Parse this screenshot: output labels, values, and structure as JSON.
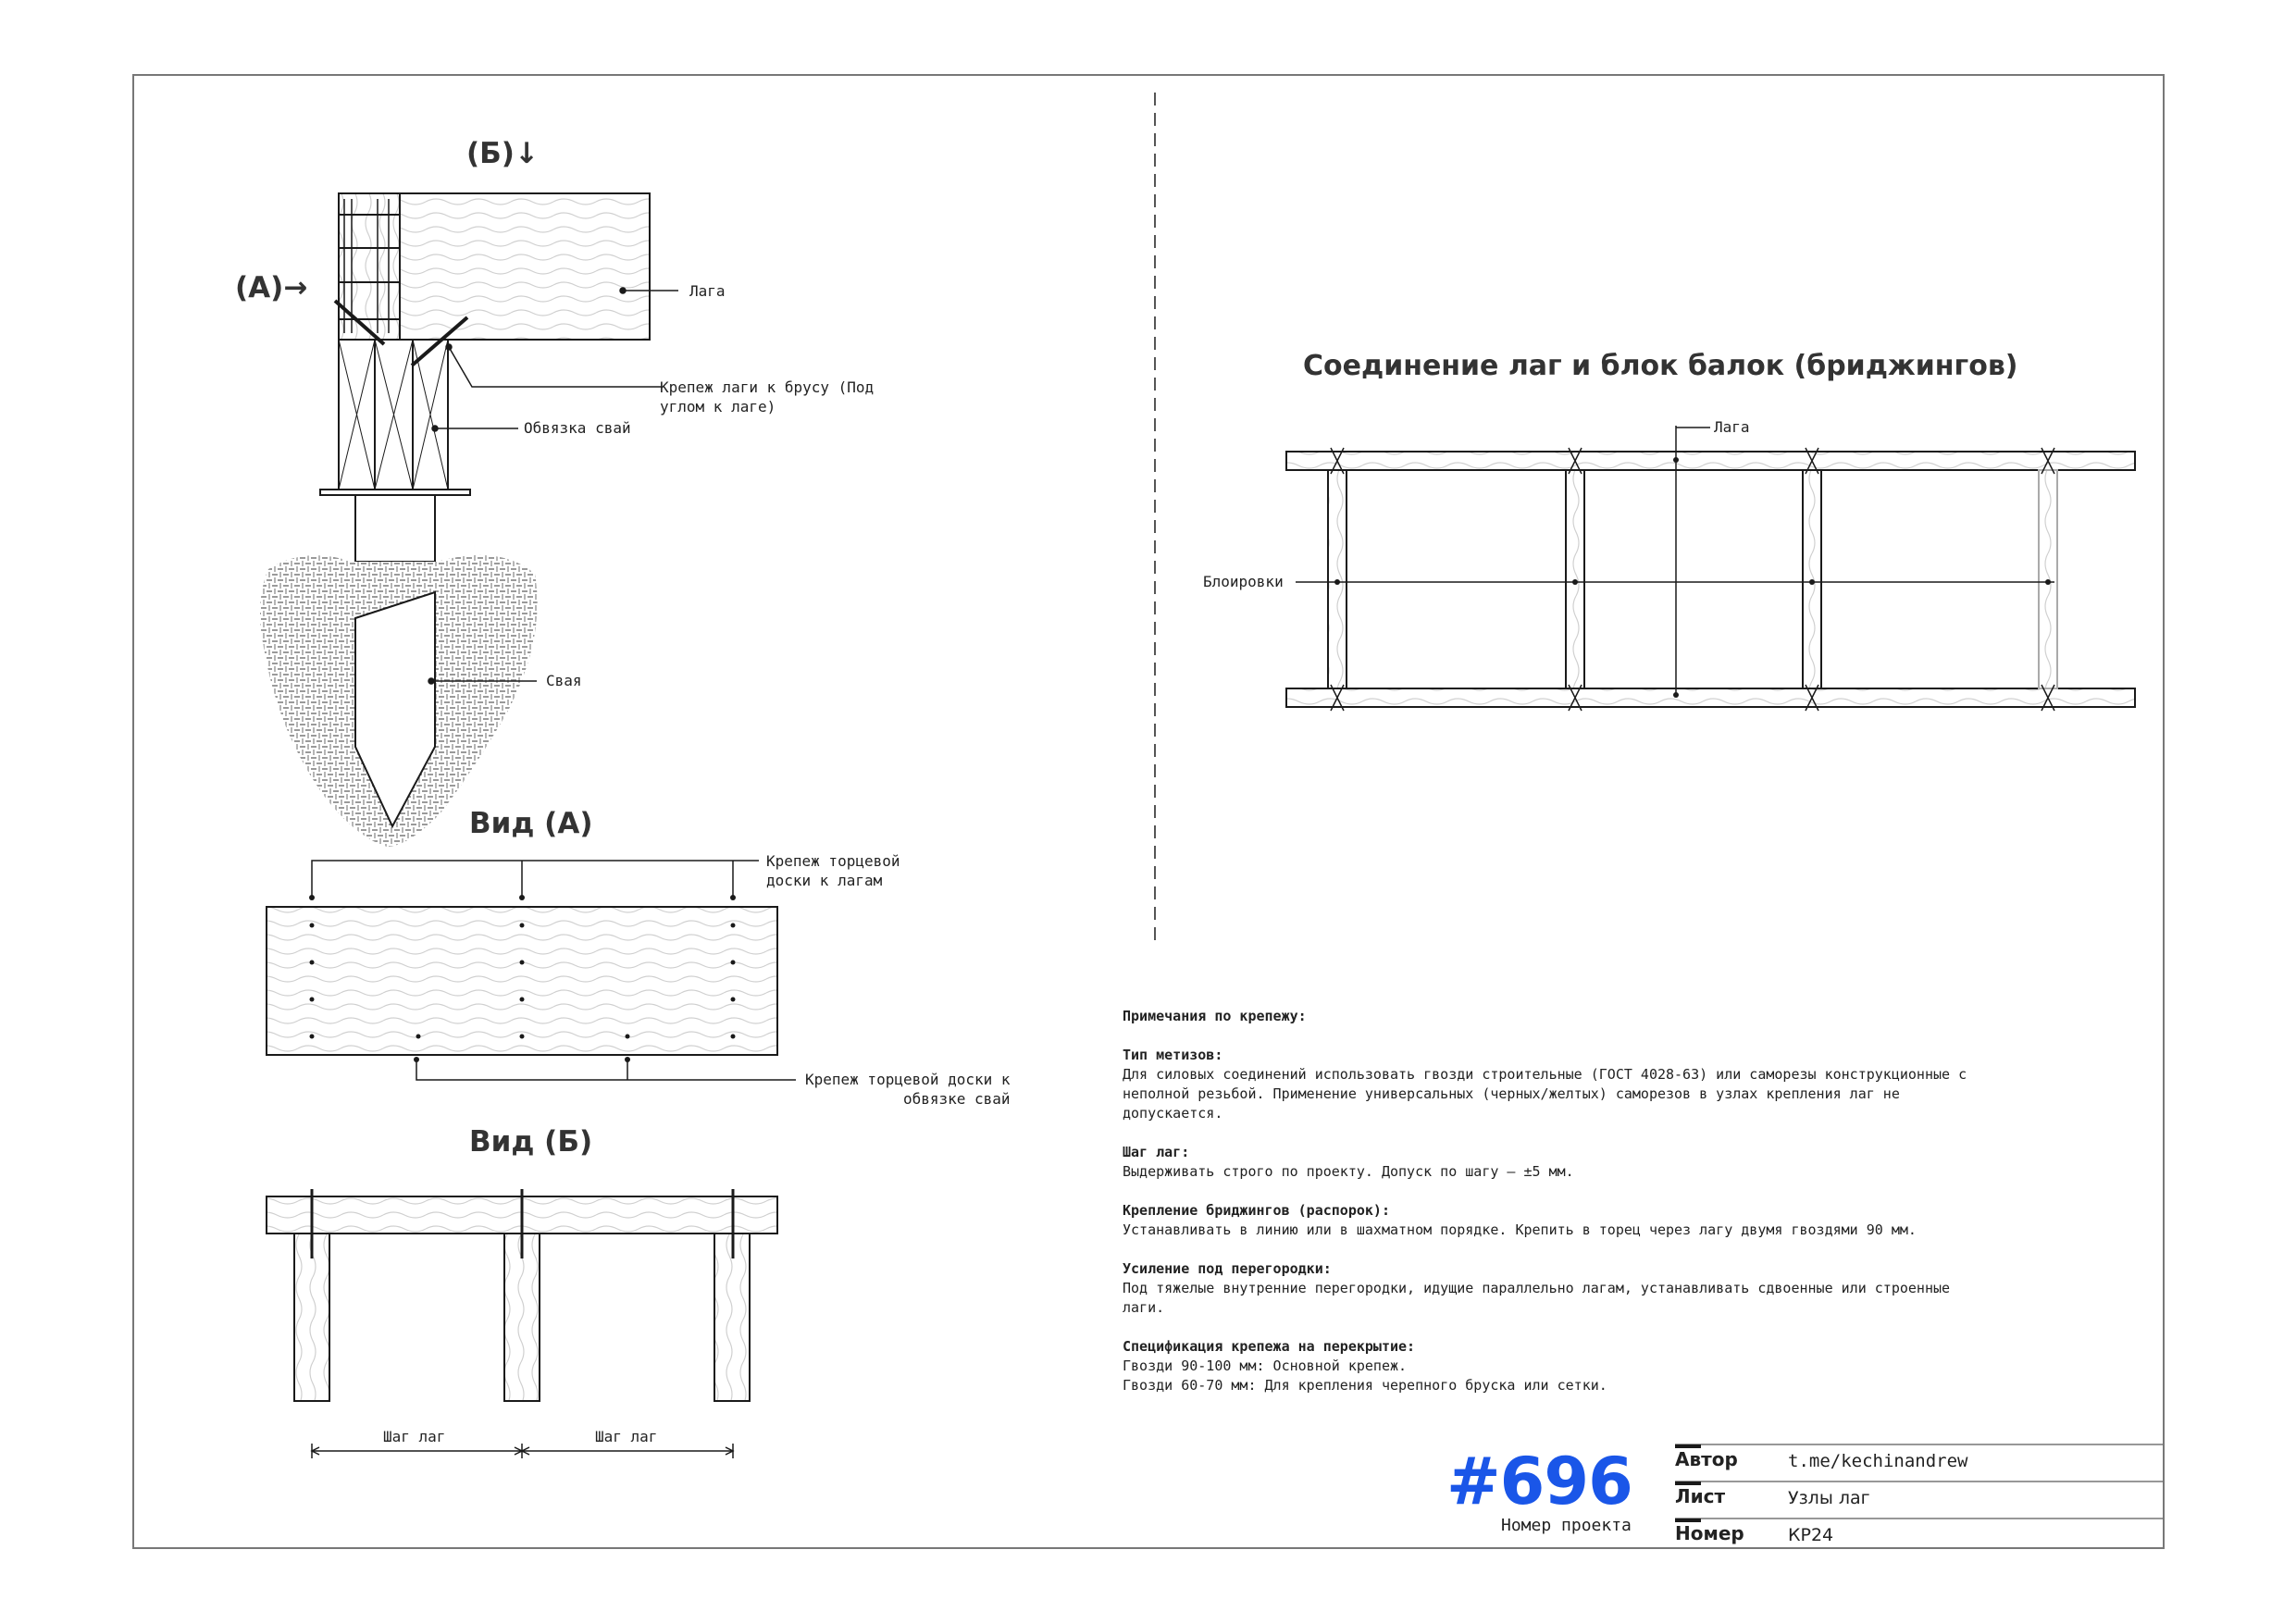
{
  "labels": {
    "view_b_marker": "(Б)↓",
    "view_a_marker": "(А)→",
    "laga": "Лага",
    "fastening_laga_beam": "Крепеж лаги к брусу (Под\nуглом к лаге)",
    "pile_binding": "Обвязка свай",
    "pile": "Свая",
    "view_a_title": "Вид (А)",
    "fastening_end_board_laga": "Крепеж торцевой\nдоски к лагам",
    "fastening_end_board_binding": "Крепеж торцевой доски к\nобвязке свай",
    "view_b_title": "Вид (Б)",
    "spacing_1": "Шаг лаг",
    "spacing_2": "Шаг лаг",
    "plan_title": "Соединение лаг и блок балок (бриджингов)",
    "plan_laga": "Лага",
    "plan_blocking": "Блоировки"
  },
  "notes": {
    "title": "Примечания по крепежу:",
    "sections": [
      {
        "heading": "Тип метизов:",
        "body": "Для силовых соединений использовать гвозди строительные (ГОСТ 4028-63) или саморезы конструкционные с\nнеполной резьбой. Применение универсальных (черных/желтых) саморезов в узлах крепления лаг не\nдопускается."
      },
      {
        "heading": "Шаг лаг:",
        "body": "Выдерживать строго по проекту. Допуск по шагу — ±5 мм."
      },
      {
        "heading": "Крепление бриджингов (распорок):",
        "body": "Устанавливать в линию или в шахматном порядке. Крепить в торец через лагу двумя гвоздями 90 мм."
      },
      {
        "heading": "Усиление под перегородки:",
        "body": "Под тяжелые внутренние перегородки, идущие параллельно лагам, устанавливать сдвоенные или строенные\nлаги."
      },
      {
        "heading": "Спецификация крепежа на перекрытие:",
        "body": "Гвозди 90-100 мм: Основной крепеж.\nГвозди 60-70 мм: Для крепления черепного бруска или сетки."
      }
    ]
  },
  "title_block": {
    "project_number": "#696",
    "project_number_label": "Номер проекта",
    "author_key": "Автор",
    "author_value": "t.me/kechinandrew",
    "sheet_key": "Лист",
    "sheet_value": "Узлы лаг",
    "number_key": "Номер",
    "number_value": "КР24"
  },
  "colors": {
    "accent": "#1a56e8",
    "line": "#1a1a1a",
    "hatch": "#cfcfcf"
  }
}
